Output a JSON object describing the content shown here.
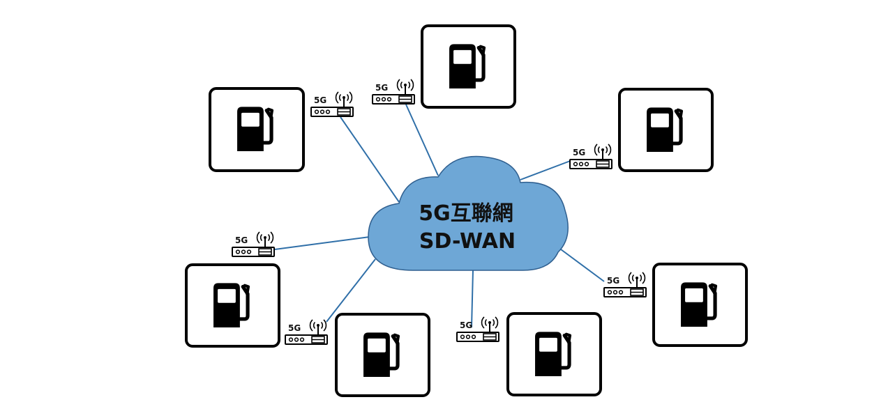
{
  "cloud": {
    "line1": "5G互聯網",
    "line2": "SD-WAN",
    "fill": "#6ea7d6",
    "stroke": "#2f5f8f"
  },
  "link_color": "#2f6fa8",
  "router_label": "5G",
  "stations": [
    {
      "id": "top-left"
    },
    {
      "id": "top-center"
    },
    {
      "id": "top-right"
    },
    {
      "id": "middle-left"
    },
    {
      "id": "bottom-left"
    },
    {
      "id": "bottom-center"
    },
    {
      "id": "bottom-right"
    }
  ]
}
